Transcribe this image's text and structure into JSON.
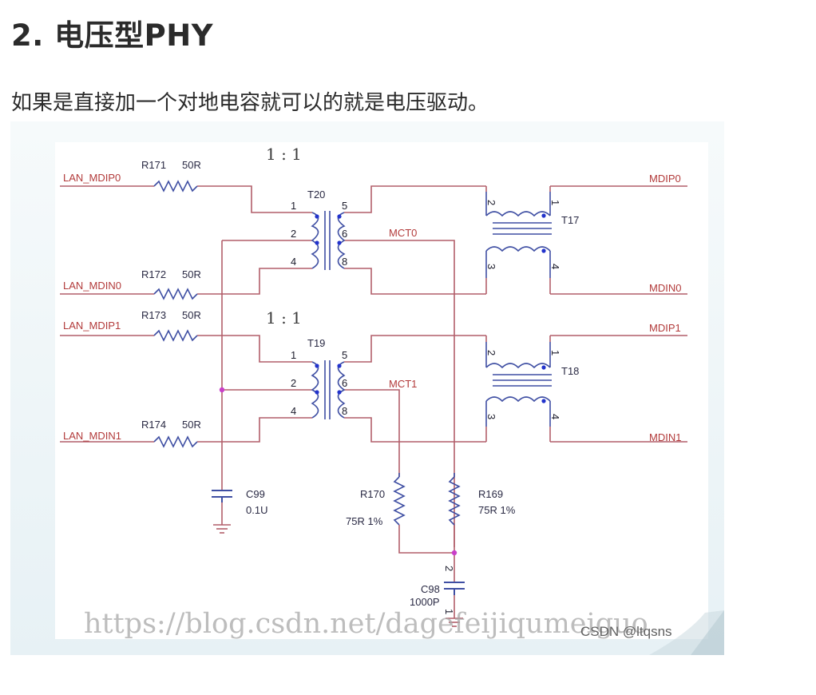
{
  "heading": "2. 电压型PHY",
  "paragraph": "如果是直接加一个对地电容就可以的就是电压驱动。",
  "schematic": {
    "ratio_top": "1 : 1",
    "ratio_bottom": "1 : 1",
    "nets": {
      "lan_mdip0": "LAN_MDIP0",
      "lan_mdin0": "LAN_MDIN0",
      "lan_mdip1": "LAN_MDIP1",
      "lan_mdin1": "LAN_MDIN1",
      "mdip0": "MDIP0",
      "mdin0": "MDIN0",
      "mdip1": "MDIP1",
      "mdin1": "MDIN1",
      "mct0": "MCT0",
      "mct1": "MCT1"
    },
    "resistors": {
      "r171": {
        "ref": "R171",
        "value": "50R"
      },
      "r172": {
        "ref": "R172",
        "value": "50R"
      },
      "r173": {
        "ref": "R173",
        "value": "50R"
      },
      "r174": {
        "ref": "R174",
        "value": "50R"
      },
      "r170": {
        "ref": "R170",
        "value": "75R 1%"
      },
      "r169": {
        "ref": "R169",
        "value": "75R 1%"
      }
    },
    "capacitors": {
      "c99": {
        "ref": "C99",
        "value": "0.1U"
      },
      "c98": {
        "ref": "C98",
        "value": "1000P"
      }
    },
    "transformers": {
      "t20": "T20",
      "t19": "T19",
      "t17": "T17",
      "t18": "T18"
    },
    "pins": {
      "p1": "1",
      "p2": "2",
      "p3": "3",
      "p4": "4",
      "p5": "5",
      "p6": "6",
      "p8": "8"
    }
  },
  "watermark": "https://blog.csdn.net/dagefeijiqumeiguo",
  "credit": "CSDN @ltqsns",
  "colors": {
    "wire": "#b25f6a",
    "coil": "#3f4fa3",
    "dot": "#2233cc",
    "junction": "#c93fc9",
    "label_red": "#b23a3a"
  }
}
